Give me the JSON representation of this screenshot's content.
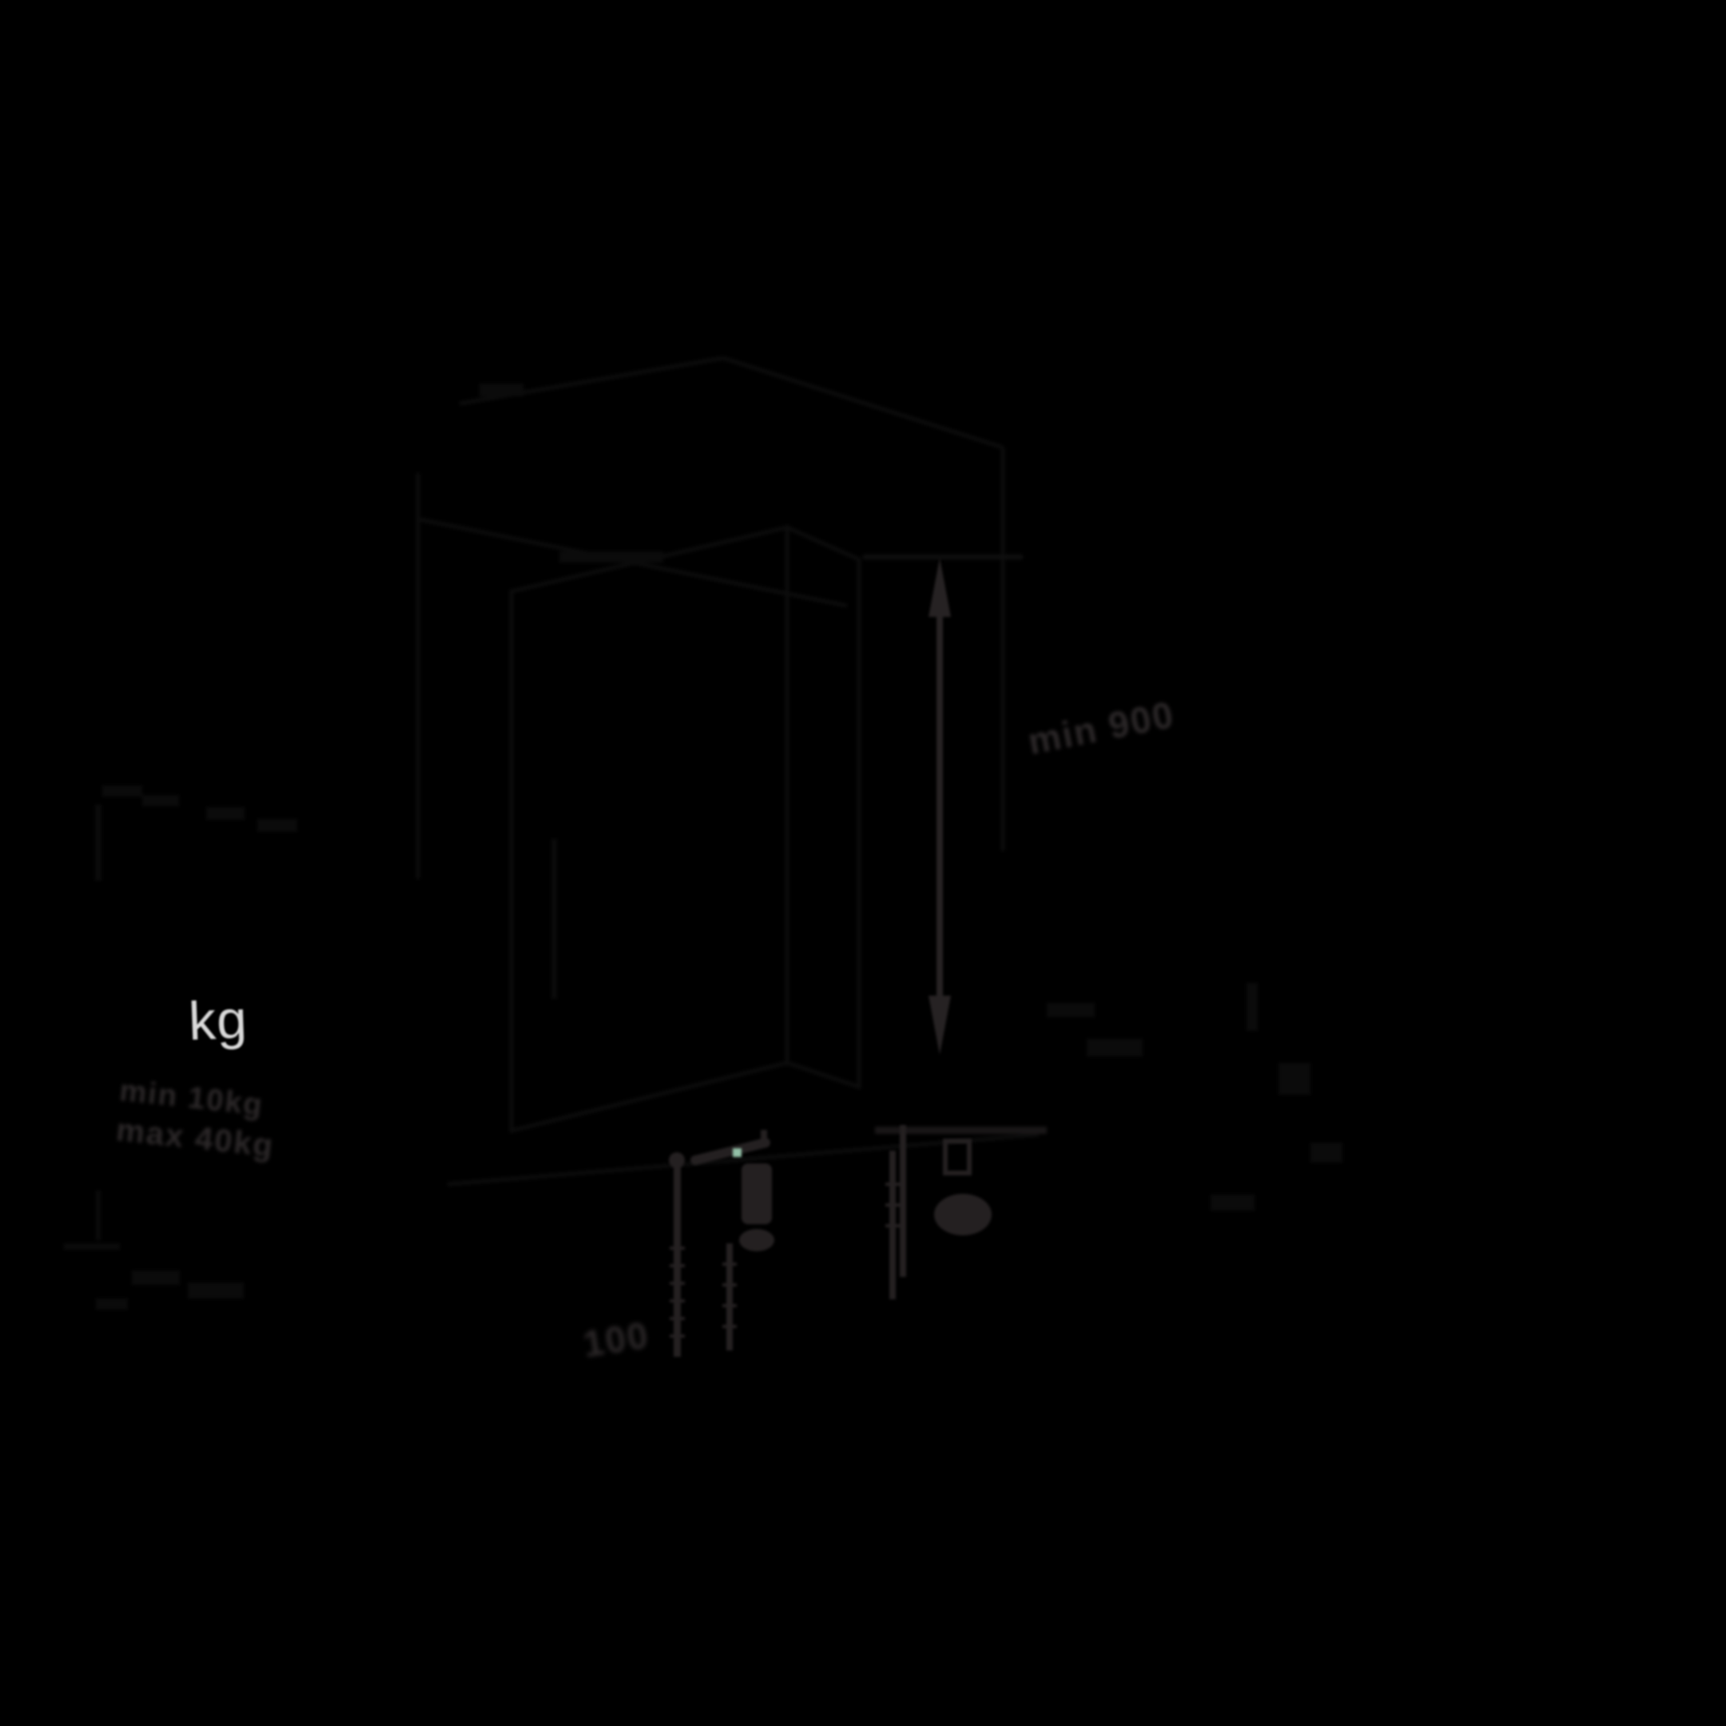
{
  "diagram": {
    "weight_callout": {
      "unit_label": "kg",
      "line1": "min 10kg",
      "line2": "max 40kg"
    },
    "dimension_labels": {
      "vertical": "min 900",
      "horizontal": "100"
    },
    "colors": {
      "background": "#000000",
      "highlight_green": "#92c1a7",
      "bright_text": "#d9d9d9",
      "dim_ink": "#2b2728",
      "hardware_ink": "#242021",
      "faint_ink": "#0c0c0c"
    }
  }
}
